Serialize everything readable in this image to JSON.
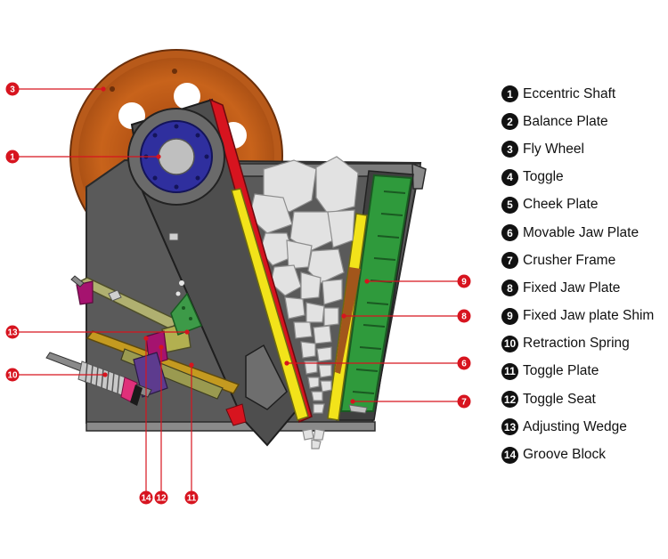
{
  "legend": [
    {
      "num": "1",
      "label": "Eccentric Shaft"
    },
    {
      "num": "2",
      "label": "Balance Plate"
    },
    {
      "num": "3",
      "label": "Fly Wheel"
    },
    {
      "num": "4",
      "label": "Toggle"
    },
    {
      "num": "5",
      "label": "Cheek Plate"
    },
    {
      "num": "6",
      "label": "Movable Jaw Plate"
    },
    {
      "num": "7",
      "label": "Crusher Frame"
    },
    {
      "num": "8",
      "label": "Fixed Jaw Plate"
    },
    {
      "num": "9",
      "label": "Fixed Jaw plate Shim"
    },
    {
      "num": "10",
      "label": "Retraction Spring"
    },
    {
      "num": "11",
      "label": "Toggle Plate"
    },
    {
      "num": "12",
      "label": "Toggle Seat"
    },
    {
      "num": "13",
      "label": "Adjusting Wedge"
    },
    {
      "num": "14",
      "label": "Groove Block"
    }
  ],
  "callouts": {
    "c3": "3",
    "c1": "1",
    "c13": "13",
    "c10": "10",
    "c9": "9",
    "c8": "8",
    "c6": "6",
    "c7": "7",
    "c14": "14",
    "c12": "12",
    "c11": "11"
  },
  "colors": {
    "callout_red": "#d7141f",
    "frame_gray": "#5a5a5a",
    "flywheel_orange": "#c8631b",
    "bearing_blue": "#2f2f9e",
    "jaw_red": "#d7141f",
    "jaw_yellow": "#f2e31a",
    "fixed_jaw_green": "#2f9a3c"
  }
}
